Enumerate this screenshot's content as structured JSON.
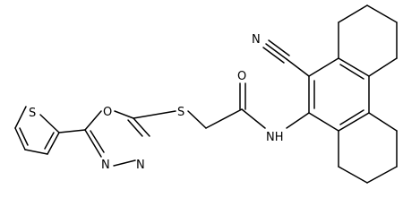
{
  "atoms": {
    "S_thiophene": "S",
    "O_oxadiazole": "O",
    "N_oxadiazole_left": "N",
    "N_oxadiazole_right": "N",
    "S_thioether": "S",
    "O_carbonyl": "O",
    "N_cyano": "N",
    "NH_amide": "NH"
  },
  "colors": {
    "ink": "#000000",
    "background": "#ffffff"
  }
}
